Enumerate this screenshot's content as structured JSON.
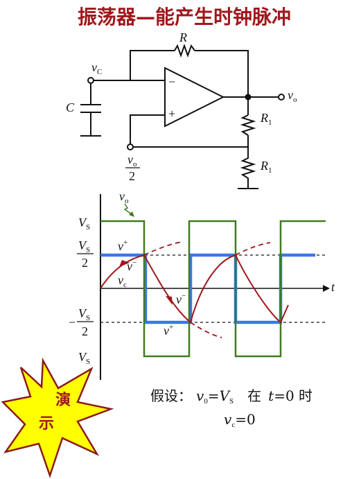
{
  "title": "振荡器—能产生时钟脉冲",
  "circuit": {
    "R": "R",
    "R1_top": "R",
    "R1_bottom": "R",
    "R1_sub": "1",
    "C": "C",
    "vc_label": "v",
    "vc_sub": "C",
    "vo_label": "v",
    "vo_sub": "o",
    "minus_sign": "−",
    "plus_sign": "+",
    "half_num_v": "v",
    "half_num_sub": "o",
    "half_den": "2"
  },
  "waveform": {
    "vo": "v",
    "vo_sub": "o",
    "VS": "V",
    "VS_sub": "S",
    "half_den": "2",
    "neg_sign": "−",
    "t_axis": "t",
    "v_plus_1": "v",
    "v_plus_2": "v",
    "v_minus_1": "v",
    "v_minus_2": "v",
    "plus": "+",
    "minus": "−",
    "vc": "v",
    "vc_sub": "c"
  },
  "note": {
    "assume": "假设：",
    "v0": "v",
    "v0_sub": "0",
    "eq_vs": "=",
    "vs": "V",
    "vs_sub": "S",
    "at": "在",
    "t": "t",
    "t_eq": "=0 时",
    "vc": "v",
    "vc_sub": "c",
    "vc_eq": "=0"
  },
  "demo": {
    "line1": "演",
    "line2": "示"
  },
  "colors": {
    "title": "#a0171c",
    "square_wave": "#3f7a1f",
    "threshold": "#3a79e0",
    "charging_curve": "#a0171c",
    "star_fill": "#ffff00",
    "star_stroke": "#8b1a1a"
  }
}
